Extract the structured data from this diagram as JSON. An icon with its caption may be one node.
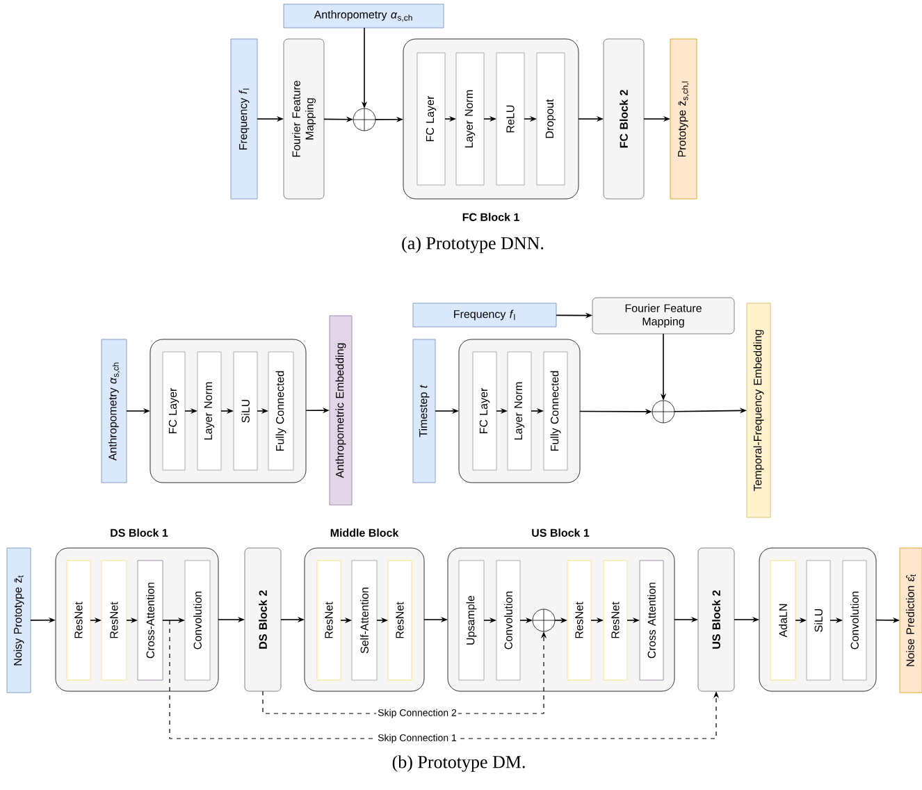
{
  "diagram": {
    "nodes": [
      {
        "text": [
          "Anthropometry *α*$_{s,ch}$"
        ]
      },
      {
        "text": [
          "Frequency *f*$_{l}$"
        ]
      },
      {
        "text": [
          "Fourier Feature Mapping"
        ]
      },
      {
        "text": [],
        "shape": "circle"
      },
      {
        "text": [
          "FC Block 1"
        ]
      },
      {
        "text": [
          "FC Layer"
        ],
        "in": 4
      },
      {
        "text": [
          "Layer Norm"
        ],
        "in": 4
      },
      {
        "text": [
          "ReLU"
        ],
        "in": 4
      },
      {
        "text": [
          "Dropout"
        ],
        "in": 4
      },
      {
        "text": [
          "FC Block 2"
        ]
      },
      {
        "text": [
          "Prototype z̄$_{s,ch,l}$"
        ]
      },
      {
        "text": [
          "Anthropometry *α*$_{s,ch}$"
        ]
      },
      {
        "text": [],
        "shape": "box"
      },
      {
        "text": [
          "FC Layer"
        ],
        "in": 12
      },
      {
        "text": [
          "Layer Norm"
        ],
        "in": 12
      },
      {
        "text": [
          "SiLU"
        ],
        "in": 12
      },
      {
        "text": [
          "Fully Connected"
        ],
        "in": 12
      },
      {
        "text": [
          "Anthropometric Embedding"
        ]
      },
      {
        "text": [
          "Frequency *f*$_{l}$"
        ]
      },
      {
        "text": [
          "Fourier Feature Mapping"
        ]
      },
      {
        "text": [
          "Timestep *t*"
        ]
      },
      {
        "text": [],
        "shape": "box"
      },
      {
        "text": [
          "FC Layer"
        ],
        "in": 21
      },
      {
        "text": [
          "Layer Norm"
        ],
        "in": 21
      },
      {
        "text": [
          "Fully Connected"
        ],
        "in": 21
      },
      {
        "text": [],
        "shape": "circle"
      },
      {
        "text": [
          "Temporal-Frequency Embedding"
        ]
      },
      {
        "text": [
          "Noisy Prototype z̄$_{t}$"
        ]
      },
      {
        "text": [
          "DS Block 1"
        ]
      },
      {
        "text": [
          "ResNet"
        ],
        "in": 28
      },
      {
        "text": [
          "ResNet"
        ],
        "in": 28
      },
      {
        "text": [
          "Cross-Attention"
        ],
        "in": 28
      },
      {
        "text": [
          "Convolution"
        ],
        "in": 28
      },
      {
        "text": [
          "DS Block 2"
        ]
      },
      {
        "text": [
          "Middle Block"
        ]
      },
      {
        "text": [
          "ResNet"
        ],
        "in": 34
      },
      {
        "text": [
          "Self-Attention"
        ],
        "in": 34
      },
      {
        "text": [
          "ResNet"
        ],
        "in": 34
      },
      {
        "text": [
          "US Block 1"
        ]
      },
      {
        "text": [
          "Upsample"
        ],
        "in": 38
      },
      {
        "text": [
          "Convolution"
        ],
        "in": 38
      },
      {
        "text": [],
        "shape": "circle",
        "in": 38
      },
      {
        "text": [
          "ResNet"
        ],
        "in": 38
      },
      {
        "text": [
          "ResNet"
        ],
        "in": 38
      },
      {
        "text": [
          "Cross Attention"
        ],
        "in": 38
      },
      {
        "text": [
          "US Block 2"
        ]
      },
      {
        "text": [],
        "shape": "box"
      },
      {
        "text": [
          "AdaLN"
        ],
        "in": 46
      },
      {
        "text": [
          "SiLU"
        ],
        "in": 46
      },
      {
        "text": [
          "Convolution"
        ],
        "in": 46
      },
      {
        "text": [
          "Noise Prediction ε̂$_{t}$"
        ]
      }
    ],
    "edges": [
      {
        "from": 1,
        "to": 2,
        "arrow": "to"
      },
      {
        "from": 2,
        "to": 3,
        "arrow": "to"
      },
      {
        "from": 0,
        "to": 3,
        "arrow": "to"
      },
      {
        "from": 3,
        "to": 4,
        "arrow": "to"
      },
      {
        "from": 5,
        "to": 6,
        "arrow": "to"
      },
      {
        "from": 6,
        "to": 7,
        "arrow": "to"
      },
      {
        "from": 7,
        "to": 8,
        "arrow": "to"
      },
      {
        "from": 4,
        "to": 9,
        "arrow": "to"
      },
      {
        "from": 9,
        "to": 10,
        "arrow": "to"
      },
      {
        "from": 11,
        "to": 12,
        "arrow": "to"
      },
      {
        "from": 13,
        "to": 14,
        "arrow": "to"
      },
      {
        "from": 14,
        "to": 15,
        "arrow": "to"
      },
      {
        "from": 15,
        "to": 16,
        "arrow": "to"
      },
      {
        "from": 12,
        "to": 17,
        "arrow": "to"
      },
      {
        "from": 18,
        "to": 19,
        "arrow": "to"
      },
      {
        "from": 20,
        "to": 21,
        "arrow": "to"
      },
      {
        "from": 22,
        "to": 23,
        "arrow": "to"
      },
      {
        "from": 23,
        "to": 24,
        "arrow": "to"
      },
      {
        "from": 21,
        "to": 25,
        "arrow": "to"
      },
      {
        "from": 19,
        "to": 25,
        "arrow": "to"
      },
      {
        "from": 25,
        "to": 26,
        "arrow": "to"
      },
      {
        "from": 27,
        "to": 28,
        "arrow": "to"
      },
      {
        "from": 29,
        "to": 30,
        "arrow": "to"
      },
      {
        "from": 30,
        "to": 31,
        "arrow": "to"
      },
      {
        "from": 31,
        "to": 32,
        "arrow": "to"
      },
      {
        "from": 28,
        "to": 33,
        "arrow": "to"
      },
      {
        "from": 33,
        "to": 34,
        "arrow": "to"
      },
      {
        "from": 35,
        "to": 36,
        "arrow": "to"
      },
      {
        "from": 36,
        "to": 37,
        "arrow": "to"
      },
      {
        "from": 34,
        "to": 38,
        "arrow": "to"
      },
      {
        "from": 39,
        "to": 40,
        "arrow": "to"
      },
      {
        "from": 40,
        "to": 41,
        "arrow": "to"
      },
      {
        "from": 41,
        "to": 42,
        "arrow": "to"
      },
      {
        "from": 42,
        "to": 43,
        "arrow": "to"
      },
      {
        "from": 43,
        "to": 44,
        "arrow": "to"
      },
      {
        "from": 38,
        "to": 45,
        "arrow": "to"
      },
      {
        "from": 45,
        "to": 46,
        "arrow": "to"
      },
      {
        "from": 47,
        "to": 48,
        "arrow": "to"
      },
      {
        "from": 48,
        "to": 49,
        "arrow": "to"
      },
      {
        "from": 46,
        "to": 50,
        "arrow": "to"
      },
      {
        "from": 33,
        "to": 41,
        "arrow": "to",
        "style": "dashed",
        "label": "Skip Connection 2"
      },
      {
        "from": 31,
        "to": 45,
        "arrow": "to",
        "style": "dashed",
        "label": "Skip Connection 1"
      }
    ],
    "labels": [
      "(a) Prototype DNN.",
      "(b) Prototype DM."
    ]
  }
}
